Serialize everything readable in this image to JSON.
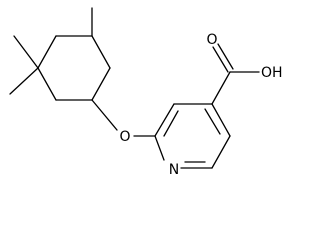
{
  "molecule": {
    "atoms": {
      "oxygen_ether": "O",
      "nitrogen": "N",
      "carboxyl_oxygen_double": "O",
      "carboxyl_oh": "OH"
    }
  }
}
